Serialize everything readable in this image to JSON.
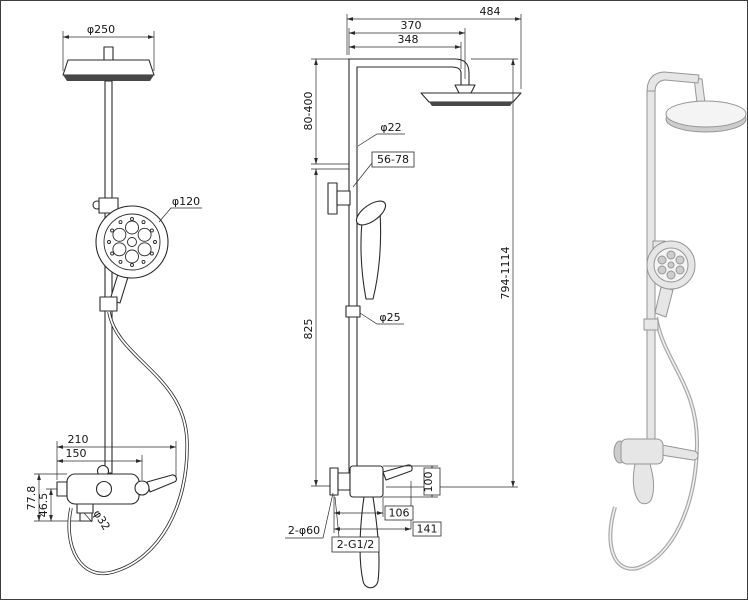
{
  "drawing": {
    "background": "#ffffff",
    "line_color": "#2b2b2b",
    "render_gray": "#cdcdcd"
  },
  "front_view": {
    "head_diameter": "φ250",
    "hand_shower_diameter": "φ120",
    "valve_width_overall": "210",
    "valve_width_body": "150",
    "spout_diameter": "φ32",
    "valve_height_overall": "77.8",
    "valve_height_lower": "46.5"
  },
  "side_view": {
    "overall_width": "484",
    "arm_reach_center": "370",
    "arm_reach_inner": "348",
    "upper_riser_range": "80-400",
    "riser_diameter": "φ22",
    "bracket_depth_range": "56-78",
    "lower_riser_height": "825",
    "slider_diameter": "φ25",
    "overall_height_range": "794-1114",
    "wall_flange": "2-φ60",
    "valve_body_height": "100",
    "valve_depth_inner": "106",
    "valve_depth_outer": "141",
    "inlet_thread": "2-G1/2"
  }
}
